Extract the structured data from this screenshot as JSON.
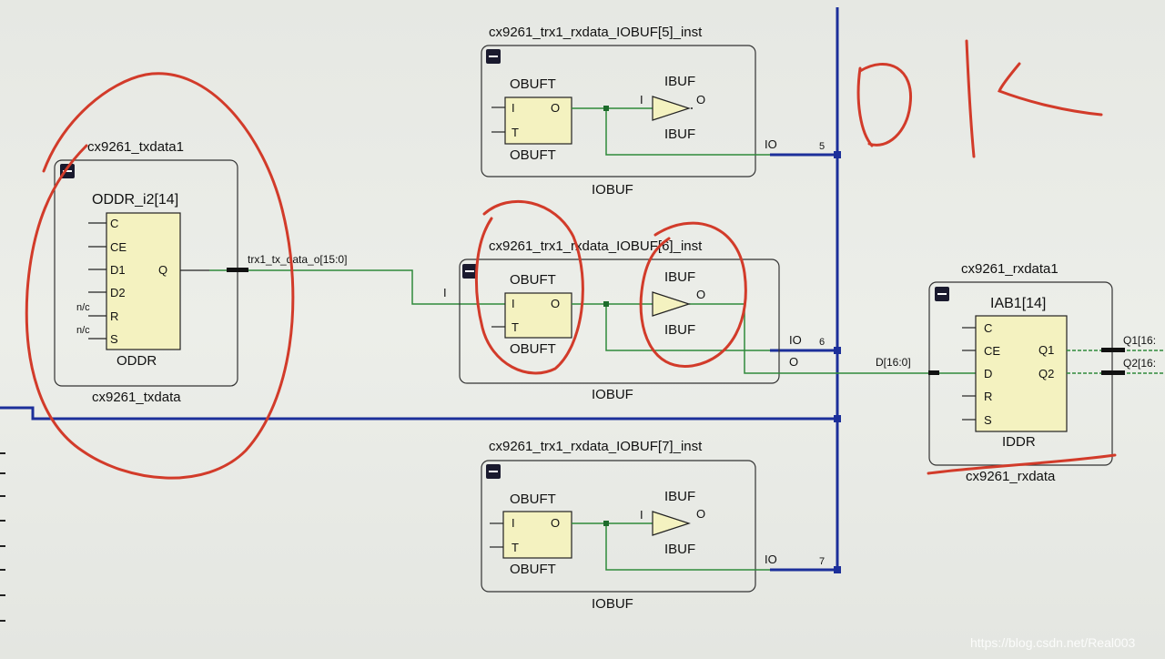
{
  "oddr_group": {
    "instance_title": "cx9261_txdata1",
    "cell_name": "ODDR_i2[14]",
    "pins_in": [
      "C",
      "CE",
      "D1",
      "D2",
      "R",
      "S"
    ],
    "nc_label": "n/c",
    "pin_out": "Q",
    "cell_type": "ODDR",
    "group_label": "cx9261_txdata"
  },
  "tx_net_label": "trx1_tx_data_o[15:0]",
  "iobufs": [
    {
      "title": "cx9261_trx1_rxdata_IOBUF[5]_inst",
      "type_label": "IOBUF",
      "obuft_top": "OBUFT",
      "obuft_bottom": "OBUFT",
      "obuft_pin_i": "I",
      "obuft_pin_t": "T",
      "obuft_pin_o": "O",
      "ibuf_top": "IBUF",
      "ibuf_bottom": "IBUF",
      "ibuf_pin_i": "I",
      "ibuf_pin_o": "O",
      "io_label": "IO",
      "bus_index": "5"
    },
    {
      "title": "cx9261_trx1_rxdata_IOBUF[6]_inst",
      "type_label": "IOBUF",
      "input_label": "I",
      "obuft_top": "OBUFT",
      "obuft_bottom": "OBUFT",
      "obuft_pin_i": "I",
      "obuft_pin_t": "T",
      "obuft_pin_o": "O",
      "ibuf_top": "IBUF",
      "ibuf_bottom": "IBUF",
      "ibuf_pin_i": "I",
      "ibuf_pin_o": "O",
      "io_label": "IO",
      "o_label": "O",
      "bus_index": "6"
    },
    {
      "title": "cx9261_trx1_rxdata_IOBUF[7]_inst",
      "type_label": "IOBUF",
      "obuft_top": "OBUFT",
      "obuft_bottom": "OBUFT",
      "obuft_pin_i": "I",
      "obuft_pin_t": "T",
      "obuft_pin_o": "O",
      "ibuf_top": "IBUF",
      "ibuf_bottom": "IBUF",
      "ibuf_pin_i": "I",
      "ibuf_pin_o": "O",
      "io_label": "IO",
      "bus_index": "7"
    }
  ],
  "iddr_group": {
    "instance_title": "cx9261_rxdata1",
    "cell_name": "IAB1[14]",
    "pins_in": [
      "C",
      "CE",
      "D",
      "R",
      "S"
    ],
    "pins_out": [
      "Q1",
      "Q2"
    ],
    "cell_type": "IDDR",
    "group_label": "cx9261_rxdata",
    "d_net_label": "D[16:0]",
    "q1_net_label": "Q1[16:",
    "q2_net_label": "Q2[16:"
  },
  "handwritten_note": "OK",
  "watermark": "https://blog.csdn.net/Real003",
  "colors": {
    "cell_fill": "#f4f2c0",
    "group_border": "#333333",
    "bus_blue": "#1c2f9a",
    "wire_green": "#2f8a3a",
    "annotation_red": "#d23b2a"
  },
  "collapse_icon": "minus-square-icon"
}
